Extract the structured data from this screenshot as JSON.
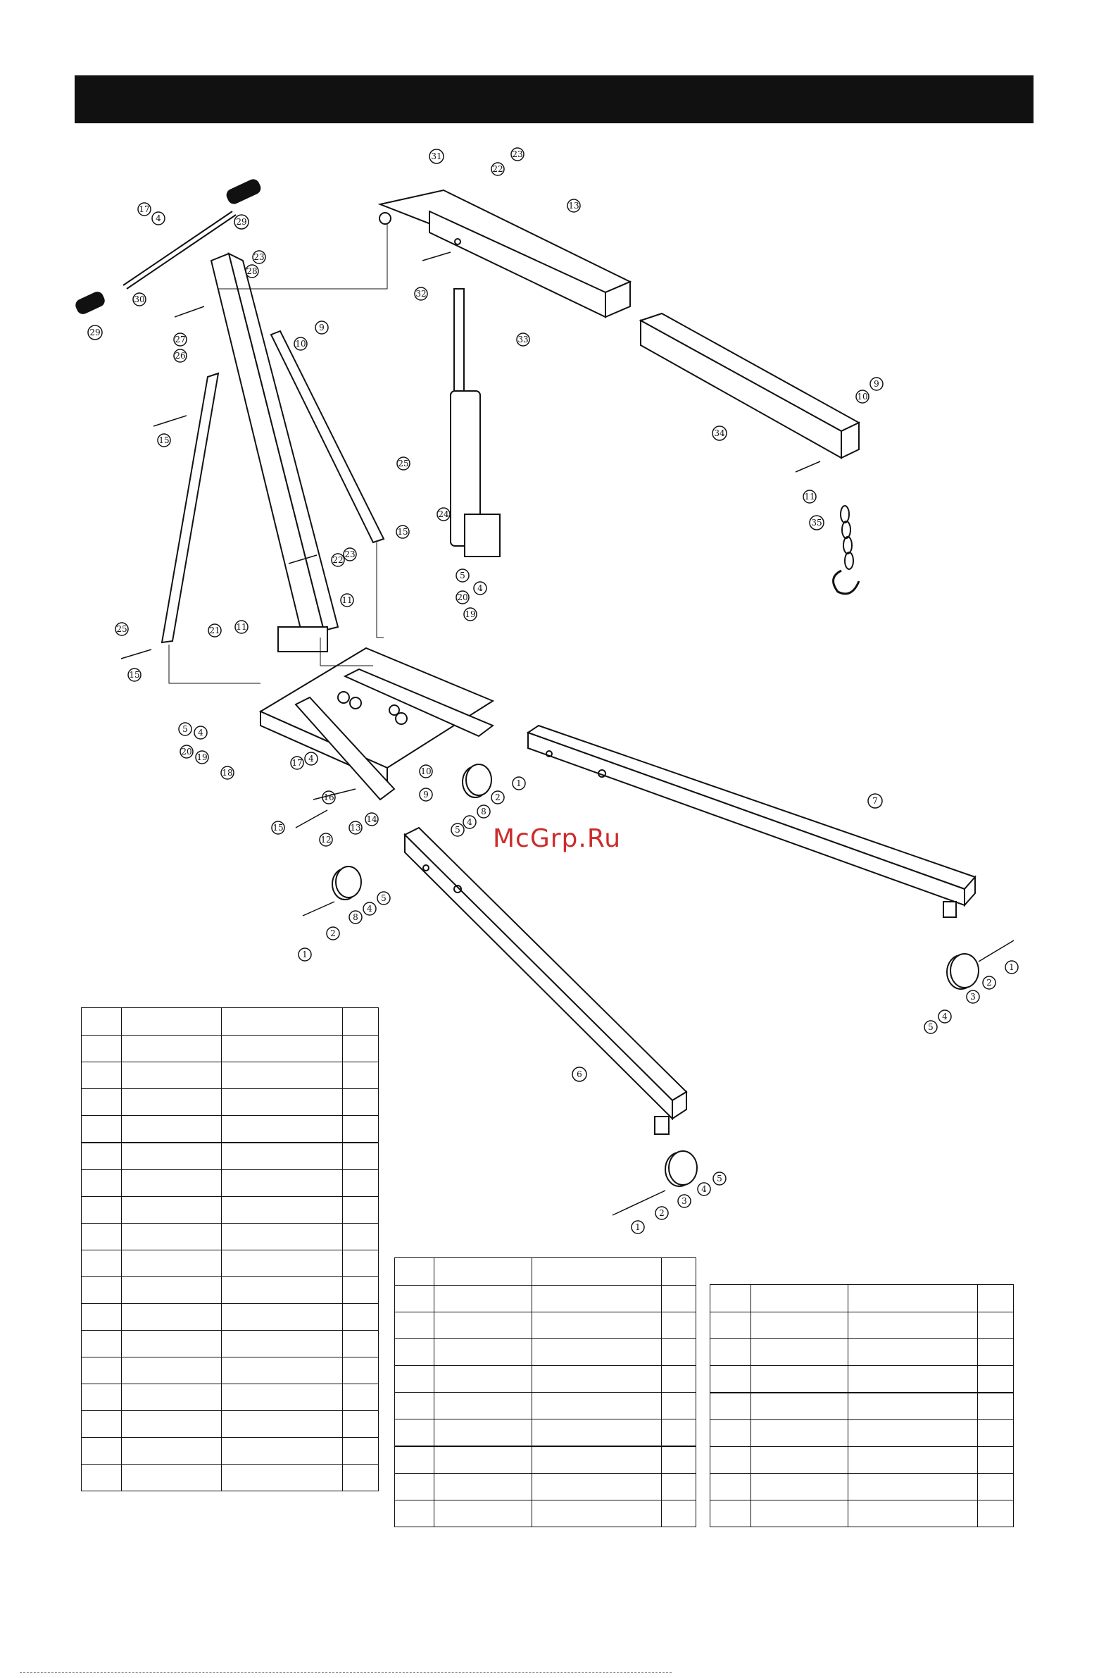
{
  "header": {
    "title": ""
  },
  "watermark": {
    "text": "McGrp.Ru"
  },
  "diagram": {
    "type": "exploded-parts-view",
    "callouts": [
      "1",
      "2",
      "3",
      "4",
      "5",
      "6",
      "7",
      "8",
      "9",
      "10",
      "11",
      "12",
      "13",
      "14",
      "15",
      "16",
      "17",
      "18",
      "19",
      "20",
      "21",
      "22",
      "23",
      "24",
      "25",
      "26",
      "27",
      "28",
      "29",
      "30",
      "31",
      "32",
      "33",
      "34",
      "35"
    ]
  },
  "tables": [
    {
      "name": "parts-table-1",
      "columns": 4,
      "rows": 18
    },
    {
      "name": "parts-table-2",
      "columns": 4,
      "rows": 10
    },
    {
      "name": "parts-table-3",
      "columns": 4,
      "rows": 9
    }
  ]
}
